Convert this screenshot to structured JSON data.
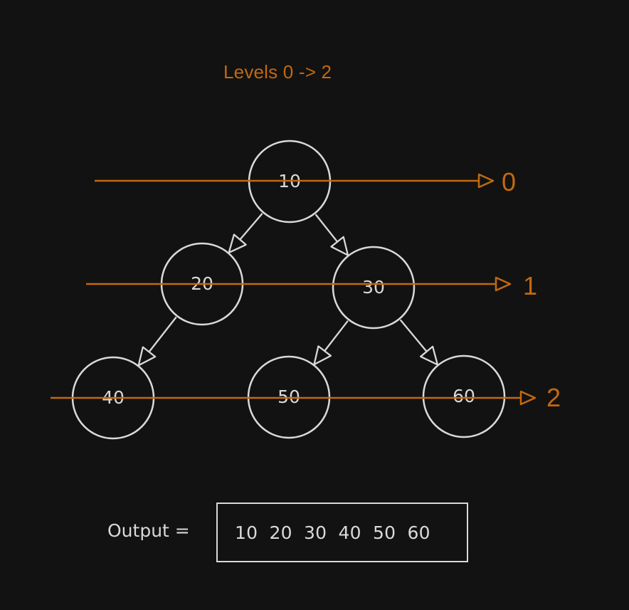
{
  "title": "Levels 0 -> 2",
  "colors": {
    "background": "#121212",
    "accent": "#c2690f",
    "stroke": "#d9d9d9"
  },
  "tree": {
    "nodes": [
      {
        "id": "n10",
        "label": "10",
        "level": 0
      },
      {
        "id": "n20",
        "label": "20",
        "level": 1
      },
      {
        "id": "n30",
        "label": "30",
        "level": 1
      },
      {
        "id": "n40",
        "label": "40",
        "level": 2
      },
      {
        "id": "n50",
        "label": "50",
        "level": 2
      },
      {
        "id": "n60",
        "label": "60",
        "level": 2
      }
    ],
    "edges": [
      {
        "from": "n10",
        "to": "n20"
      },
      {
        "from": "n10",
        "to": "n30"
      },
      {
        "from": "n20",
        "to": "n40"
      },
      {
        "from": "n30",
        "to": "n50"
      },
      {
        "from": "n30",
        "to": "n60"
      }
    ]
  },
  "levels": [
    {
      "label": "0"
    },
    {
      "label": "1"
    },
    {
      "label": "2"
    }
  ],
  "output": {
    "label": "Output =",
    "value": "10  20  30  40  50  60"
  }
}
